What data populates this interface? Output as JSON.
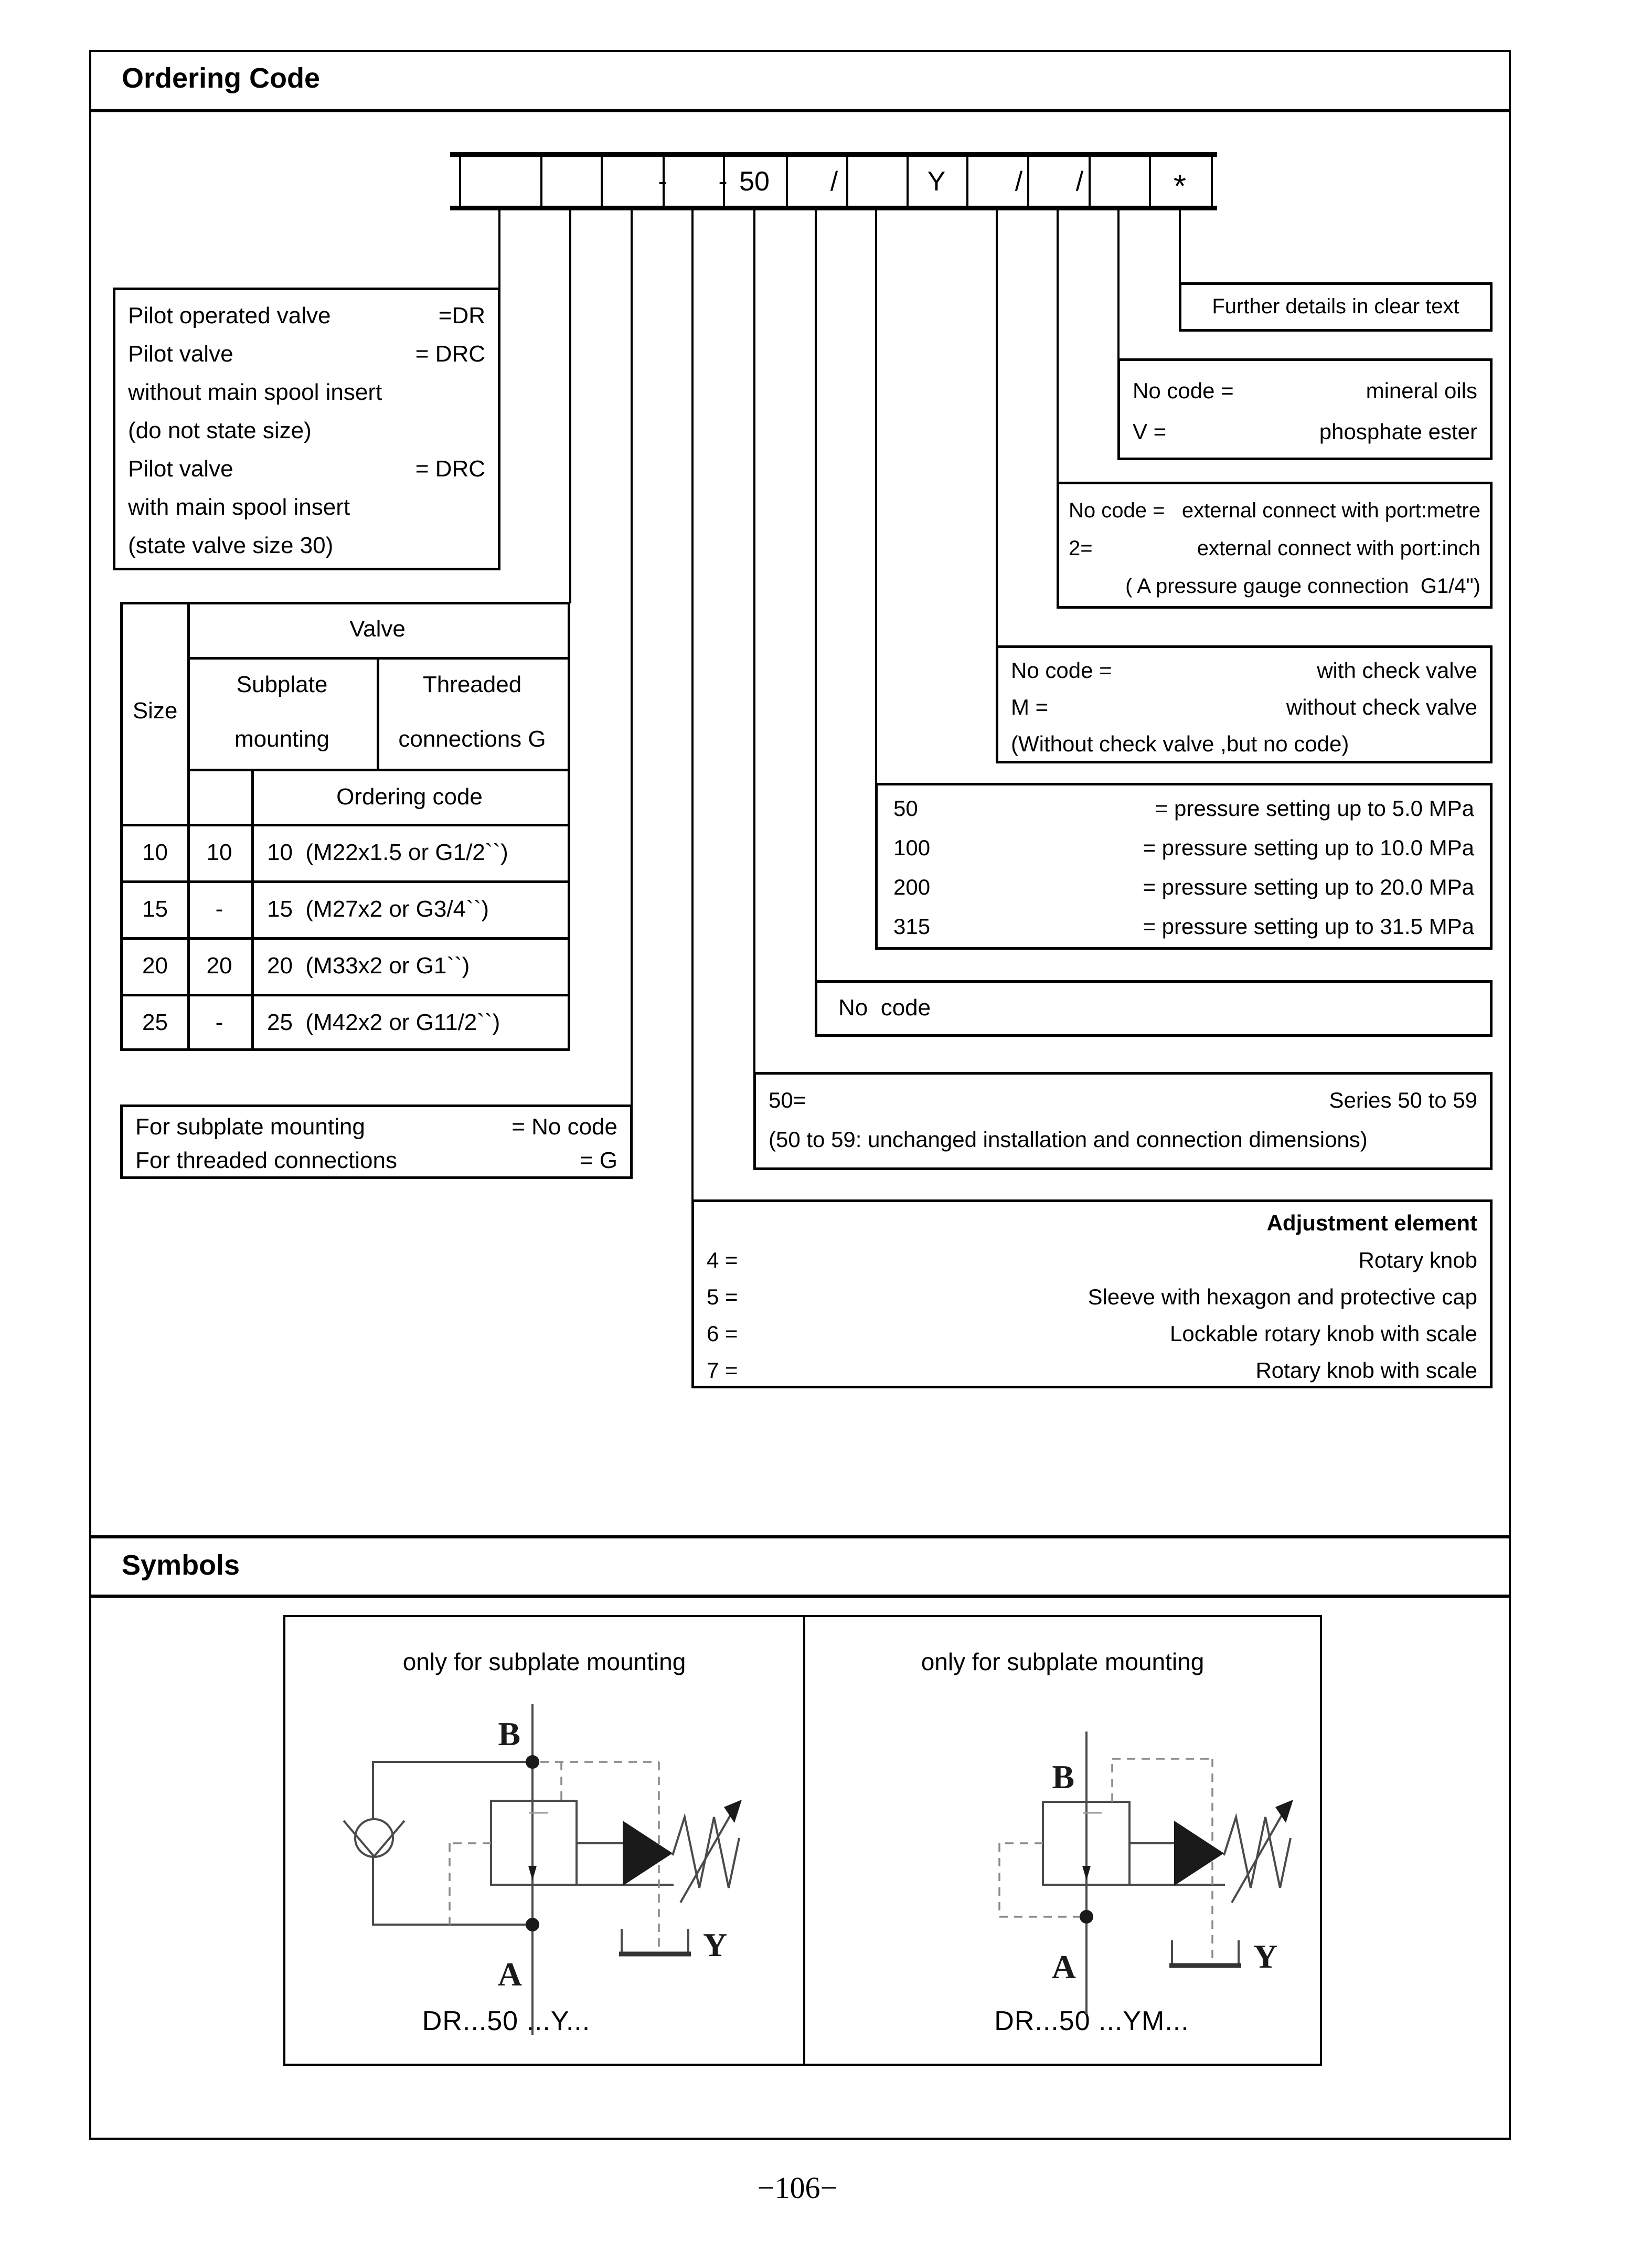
{
  "page": {
    "title": "Ordering Code",
    "symbols_title": "Symbols",
    "page_number": "−106−"
  },
  "code_row": {
    "cells": [
      "",
      "",
      "",
      "",
      "50",
      "/",
      "",
      "Y",
      "/",
      "/",
      "",
      "*"
    ],
    "dash": "-"
  },
  "pilot_box": {
    "rows": [
      {
        "l": "Pilot operated valve",
        "r": "=DR"
      },
      {
        "l": "Pilot valve",
        "r": "= DRC"
      },
      {
        "l": "without main spool insert",
        "r": ""
      },
      {
        "l": "(do not state size)",
        "r": ""
      },
      {
        "l": "Pilot valve",
        "r": "= DRC"
      },
      {
        "l": "with main spool insert",
        "r": ""
      },
      {
        "l": "(state valve size 30)",
        "r": ""
      }
    ]
  },
  "size_table": {
    "size_header": "Size",
    "valve_header": "Valve",
    "subplate_line1": "Subplate",
    "subplate_line2": "mounting",
    "threaded_line1": "Threaded",
    "threaded_line2": "connections G",
    "ordering_header": "Ordering code",
    "rows": [
      {
        "size": "10",
        "subplate": "10",
        "code": "10  (M22x1.5 or G1/2``)"
      },
      {
        "size": "15",
        "subplate": "-",
        "code": "15  (M27x2 or G3/4``)"
      },
      {
        "size": "20",
        "subplate": "20",
        "code": "20  (M33x2 or G1``)"
      },
      {
        "size": "25",
        "subplate": "-",
        "code": "25  (M42x2 or G11/2``)"
      }
    ]
  },
  "mount_box": {
    "rows": [
      {
        "l": "For subplate mounting",
        "r": "= No code"
      },
      {
        "l": "For threaded connections",
        "r": "= G"
      }
    ]
  },
  "adjust_box": {
    "title": "Adjustment element",
    "rows": [
      {
        "l": "4 =",
        "r": "Rotary knob"
      },
      {
        "l": "5 =",
        "r": "Sleeve with hexagon and protective cap"
      },
      {
        "l": "6 =",
        "r": "Lockable rotary knob with scale"
      },
      {
        "l": "7 =",
        "r": "Rotary knob with scale"
      }
    ]
  },
  "series_box": {
    "l": "50=",
    "r": "Series 50 to 59",
    "note": "(50 to 59: unchanged installation and connection dimensions)"
  },
  "nocode_box": {
    "text": "No  code"
  },
  "pressure_box": {
    "rows": [
      {
        "l": "50",
        "r": "= pressure setting up to 5.0 MPa"
      },
      {
        "l": "100",
        "r": "= pressure setting up to 10.0 MPa"
      },
      {
        "l": "200",
        "r": "= pressure setting up to 20.0 MPa"
      },
      {
        "l": "315",
        "r": "= pressure setting up to 31.5 MPa"
      }
    ]
  },
  "check_box": {
    "rows": [
      {
        "l": "No code =",
        "r": "with check valve"
      },
      {
        "l": "M =",
        "r": "without check valve"
      }
    ],
    "note": "(Without check valve ,but no code)"
  },
  "external_box": {
    "rows": [
      {
        "l": "No code =",
        "r": "external connect with port:metre"
      },
      {
        "l": "2=",
        "r": "external connect with port:inch"
      }
    ],
    "note": "( A pressure gauge connection  G1/4\")"
  },
  "fluid_box": {
    "rows": [
      {
        "l": "No code =",
        "r": "mineral oils"
      },
      {
        "l": "V =",
        "r": "phosphate ester"
      }
    ]
  },
  "further_box": {
    "text": "Further details in clear text"
  },
  "symbols": {
    "left": {
      "title": "only for subplate mounting",
      "caption": "DR...50 ...Y...",
      "port_b": "B",
      "port_a": "A",
      "port_y": "Y"
    },
    "right": {
      "title": "only for subplate mounting",
      "caption": "DR...50 ...YM...",
      "port_b": "B",
      "port_a": "A",
      "port_y": "Y"
    }
  }
}
